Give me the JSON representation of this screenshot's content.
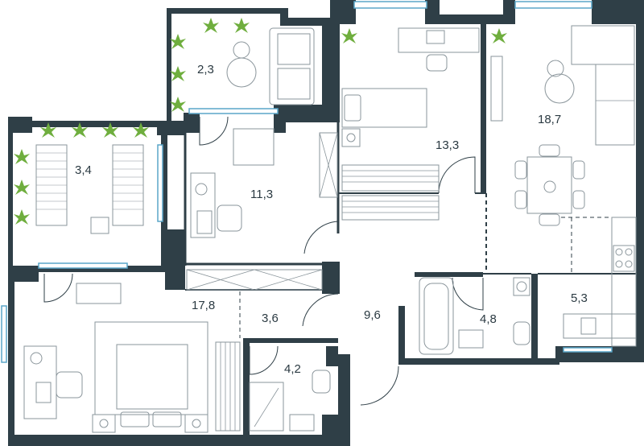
{
  "plan": {
    "rooms": [
      {
        "id": "balcony-top",
        "area": "2,3"
      },
      {
        "id": "balcony-left",
        "area": "3,4"
      },
      {
        "id": "bedroom-middle",
        "area": "13,3"
      },
      {
        "id": "living-room",
        "area": "18,7"
      },
      {
        "id": "study",
        "area": "11,3"
      },
      {
        "id": "master-bedroom",
        "area": "17,8"
      },
      {
        "id": "wardrobe",
        "area": "3,6"
      },
      {
        "id": "hallway",
        "area": "9,6"
      },
      {
        "id": "bathroom-main",
        "area": "4,8"
      },
      {
        "id": "kitchen",
        "area": "5,3"
      },
      {
        "id": "bathroom-small",
        "area": "4,2"
      }
    ],
    "colors": {
      "wall": "#2f3f47",
      "window": "#5aa6c8",
      "plant": "#6fae3e",
      "furniture": "#8a959b"
    }
  }
}
